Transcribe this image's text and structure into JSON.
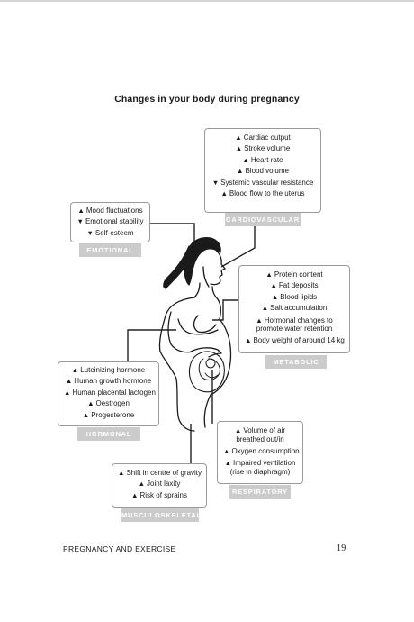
{
  "title": "Changes in your body during pregnancy",
  "footer": {
    "left": "PREGNANCY AND EXERCISE",
    "page": "19"
  },
  "arrows": {
    "up": "▲",
    "down": "▼"
  },
  "groups": {
    "cardiovascular": {
      "label": "CARDIOVASCULAR",
      "items": [
        {
          "dir": "up",
          "text": "Cardiac output"
        },
        {
          "dir": "up",
          "text": "Stroke volume"
        },
        {
          "dir": "up",
          "text": "Heart rate"
        },
        {
          "dir": "up",
          "text": "Blood volume"
        },
        {
          "dir": "down",
          "text": "Systemic vascular resistance"
        },
        {
          "dir": "up",
          "text": "Blood flow to the uterus"
        }
      ]
    },
    "emotional": {
      "label": "EMOTIONAL",
      "items": [
        {
          "dir": "up",
          "text": "Mood fluctuations"
        },
        {
          "dir": "down",
          "text": "Emotional stability"
        },
        {
          "dir": "down",
          "text": "Self-esteem"
        }
      ]
    },
    "metabolic": {
      "label": "METABOLIC",
      "items": [
        {
          "dir": "up",
          "text": "Protein content"
        },
        {
          "dir": "up",
          "text": "Fat deposits"
        },
        {
          "dir": "up",
          "text": "Blood lipids"
        },
        {
          "dir": "up",
          "text": "Salt accumulation"
        },
        {
          "dir": "up",
          "text": "Hormonal changes to promote water retention"
        },
        {
          "dir": "up",
          "text": "Body weight of around 14 kg"
        }
      ]
    },
    "hormonal": {
      "label": "HORMONAL",
      "items": [
        {
          "dir": "up",
          "text": "Luteinizing hormone"
        },
        {
          "dir": "up",
          "text": "Human growth hormone"
        },
        {
          "dir": "up",
          "text": "Human placental lactogen"
        },
        {
          "dir": "up",
          "text": "Oestrogen"
        },
        {
          "dir": "up",
          "text": "Progesterone"
        }
      ]
    },
    "respiratory": {
      "label": "RESPIRATORY",
      "items": [
        {
          "dir": "up",
          "text": "Volume of air breathed out/in"
        },
        {
          "dir": "up",
          "text": "Oxygen consumption"
        },
        {
          "dir": "up",
          "text": "Impaired ventilation (rise in diaphragm)"
        }
      ]
    },
    "musculoskeletal": {
      "label": "MUSCULOSKELETAL",
      "items": [
        {
          "dir": "up",
          "text": "Shift in centre of gravity"
        },
        {
          "dir": "up",
          "text": "Joint laxity"
        },
        {
          "dir": "up",
          "text": "Risk of sprains"
        }
      ]
    }
  }
}
